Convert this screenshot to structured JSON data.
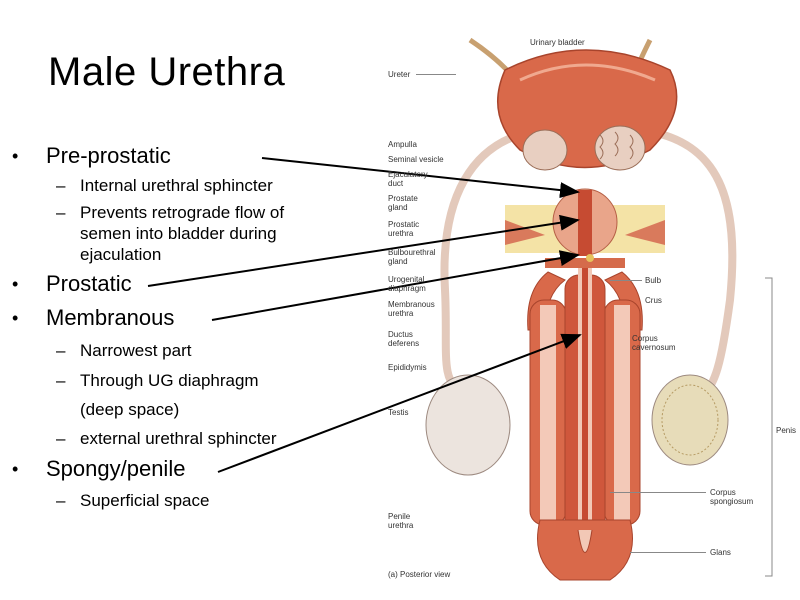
{
  "slide": {
    "title": "Male Urethra",
    "bullets": [
      {
        "text": "Pre-prostatic",
        "subs": [
          "Internal urethral sphincter",
          "Prevents retrograde flow of",
          "semen into bladder during",
          "ejaculation"
        ]
      },
      {
        "text": "Prostatic",
        "subs": []
      },
      {
        "text": "Membranous",
        "subs": [
          "Narrowest part",
          "Through UG diaphragm",
          "(deep space)",
          "external urethral sphincter"
        ]
      },
      {
        "text": "Spongy/penile",
        "subs": [
          "Superficial space"
        ]
      }
    ]
  },
  "figure": {
    "labels": {
      "urinary_bladder": "Urinary bladder",
      "ureter": "Ureter",
      "ampulla": "Ampulla",
      "seminal_vesicle": "Seminal vesicle",
      "ejaculatory_duct_1": "Ejaculatory",
      "ejaculatory_duct_2": "duct",
      "prostate_gland_1": "Prostate",
      "prostate_gland_2": "gland",
      "prostatic_urethra_1": "Prostatic",
      "prostatic_urethra_2": "urethra",
      "bulbourethral_gland_1": "Bulbourethral",
      "bulbourethral_gland_2": "gland",
      "urogenital_diaphragm_1": "Urogenital",
      "urogenital_diaphragm_2": "diaphragm",
      "membranous_urethra_1": "Membranous",
      "membranous_urethra_2": "urethra",
      "ductus_deferens_1": "Ductus",
      "ductus_deferens_2": "deferens",
      "epididymis": "Epididymis",
      "testis": "Testis",
      "penile_urethra_1": "Penile",
      "penile_urethra_2": "urethra",
      "bulb": "Bulb",
      "crus": "Crus",
      "corpus_cavernosum_1": "Corpus",
      "corpus_cavernosum_2": "cavernosum",
      "penis": "Penis",
      "corpus_spongiosum_1": "Corpus",
      "corpus_spongiosum_2": "spongiosum",
      "glans": "Glans",
      "caption": "(a) Posterior view"
    }
  }
}
